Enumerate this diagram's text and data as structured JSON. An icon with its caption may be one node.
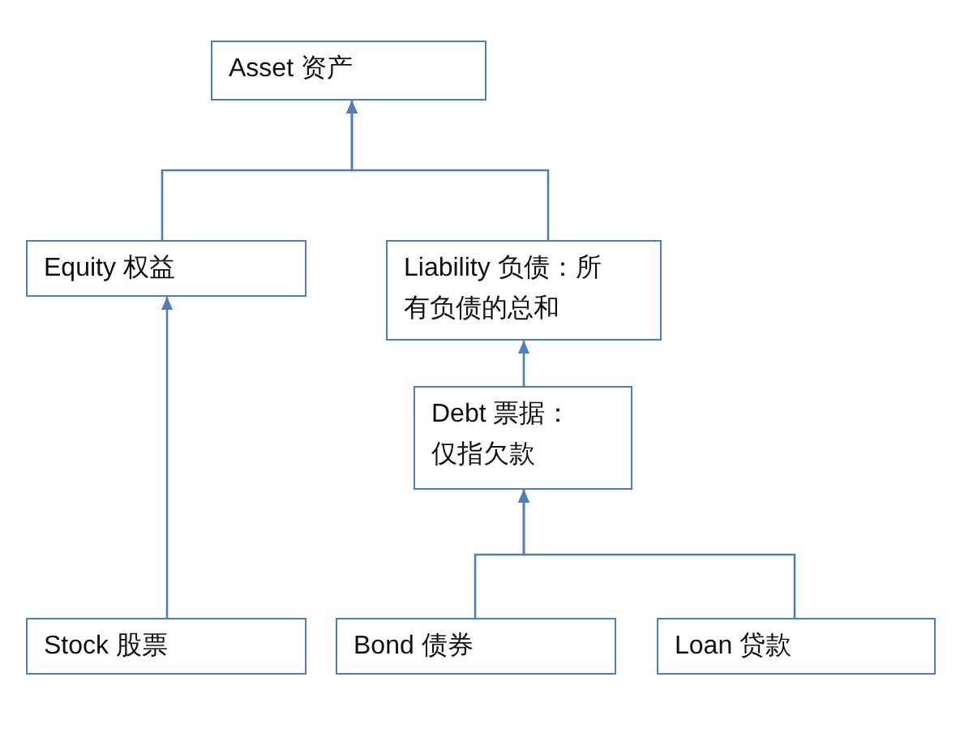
{
  "diagram": {
    "nodes": [
      {
        "text": [
          "Asset 资产"
        ]
      },
      {
        "text": [
          "Equity 权益"
        ]
      },
      {
        "text": [
          "Liability 负债：所有负债的总和"
        ]
      },
      {
        "text": [
          "Debt 票据：仅指欠款"
        ]
      },
      {
        "text": [
          "Stock 股票"
        ]
      },
      {
        "text": [
          "Bond 债券"
        ]
      },
      {
        "text": [
          "Loan 贷款"
        ]
      }
    ],
    "edges": [
      {
        "from": 1,
        "to": 0,
        "arrow": "to"
      },
      {
        "from": 2,
        "to": 0,
        "arrow": "to"
      },
      {
        "from": 3,
        "to": 2,
        "arrow": "to"
      },
      {
        "from": 4,
        "to": 1,
        "arrow": "to"
      },
      {
        "from": 5,
        "to": 3,
        "arrow": "to"
      },
      {
        "from": 6,
        "to": 3,
        "arrow": "to"
      }
    ]
  }
}
